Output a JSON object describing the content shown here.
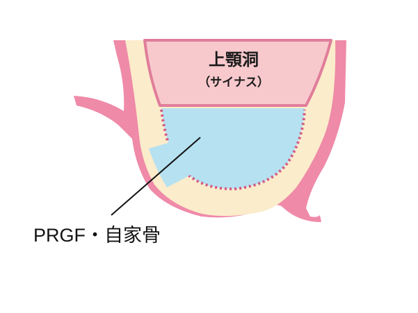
{
  "diagram": {
    "sinus_label": "上顎洞",
    "sinus_sublabel": "（サイナス）",
    "graft_label": "PRGF・自家骨"
  },
  "colors": {
    "gum": "#ef8aa8",
    "bone": "#fbeccb",
    "sinus_fill": "#f7c9cd",
    "sinus_border": "#e07d9a",
    "graft_fill": "#b6e1f1",
    "graft_border": "#d45a86",
    "leader_line": "#111111"
  }
}
